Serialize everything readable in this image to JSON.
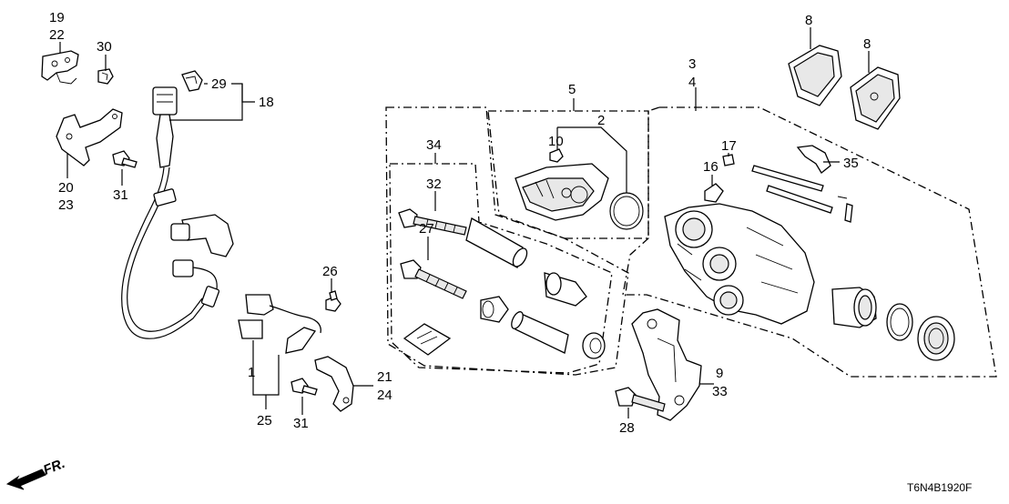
{
  "diagram": {
    "code": "T6N4B1920F",
    "direction_label": "FR.",
    "labels": {
      "p19": "19",
      "p22": "22",
      "p30": "30",
      "p29": "29",
      "p18": "18",
      "p20": "20",
      "p23": "23",
      "p31a": "31",
      "p26": "26",
      "p1": "1",
      "p25": "25",
      "p31b": "31",
      "p21": "21",
      "p24": "24",
      "p5": "5",
      "p2": "2",
      "p10": "10",
      "p34": "34",
      "p32": "32",
      "p27": "27",
      "p3": "3",
      "p4": "4",
      "p8a": "8",
      "p8b": "8",
      "p17": "17",
      "p16": "16",
      "p35": "35",
      "p9": "9",
      "p33": "33",
      "p28": "28"
    }
  }
}
